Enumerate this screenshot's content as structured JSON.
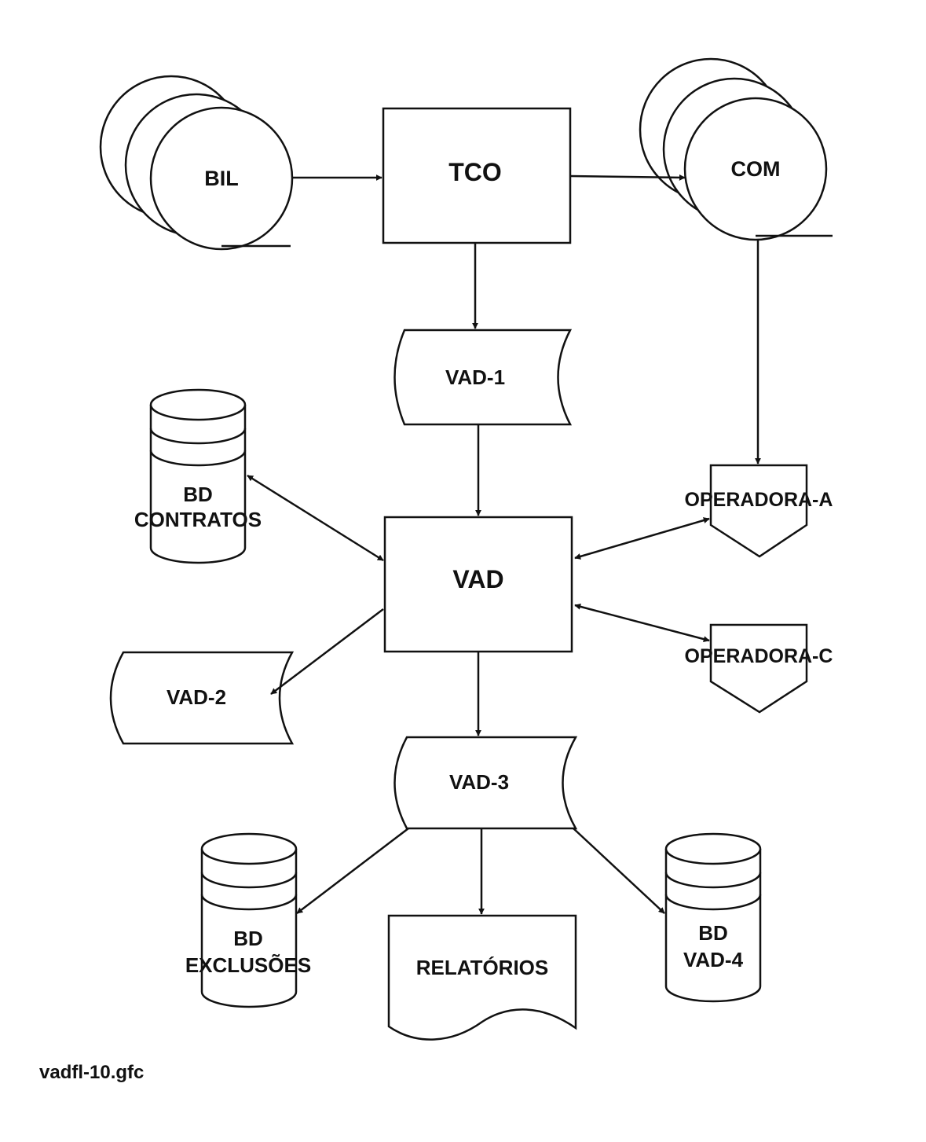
{
  "nodes": {
    "bil": "BIL",
    "tco": "TCO",
    "com": "COM",
    "vad1": "VAD-1",
    "bd_contratos": [
      "BD",
      "CONTRATOS"
    ],
    "vad": "VAD",
    "operadora_a": "OPERADORA-A",
    "operadora_c": "OPERADORA-C",
    "vad2": "VAD-2",
    "vad3": "VAD-3",
    "bd_exclusoes": [
      "BD",
      "EXCLUSÕES"
    ],
    "relatorios": "RELATÓRIOS",
    "bd_vad4": [
      "BD",
      "VAD-4"
    ]
  },
  "edges": [
    {
      "from": "BIL",
      "to": "TCO",
      "direction": "forward"
    },
    {
      "from": "TCO",
      "to": "COM",
      "direction": "forward"
    },
    {
      "from": "TCO",
      "to": "VAD-1",
      "direction": "forward"
    },
    {
      "from": "VAD-1",
      "to": "VAD",
      "direction": "forward"
    },
    {
      "from": "COM",
      "to": "OPERADORA-A",
      "direction": "forward"
    },
    {
      "from": "BD CONTRATOS",
      "to": "VAD",
      "direction": "both"
    },
    {
      "from": "OPERADORA-A",
      "to": "VAD",
      "direction": "both"
    },
    {
      "from": "OPERADORA-C",
      "to": "VAD",
      "direction": "both"
    },
    {
      "from": "VAD",
      "to": "VAD-2",
      "direction": "forward"
    },
    {
      "from": "VAD",
      "to": "VAD-3",
      "direction": "forward"
    },
    {
      "from": "VAD-3",
      "to": "BD EXCLUSÕES",
      "direction": "forward"
    },
    {
      "from": "VAD-3",
      "to": "RELATÓRIOS",
      "direction": "forward"
    },
    {
      "from": "VAD-3",
      "to": "BD VAD-4",
      "direction": "forward"
    }
  ],
  "caption": "vadfl-10.gfc"
}
